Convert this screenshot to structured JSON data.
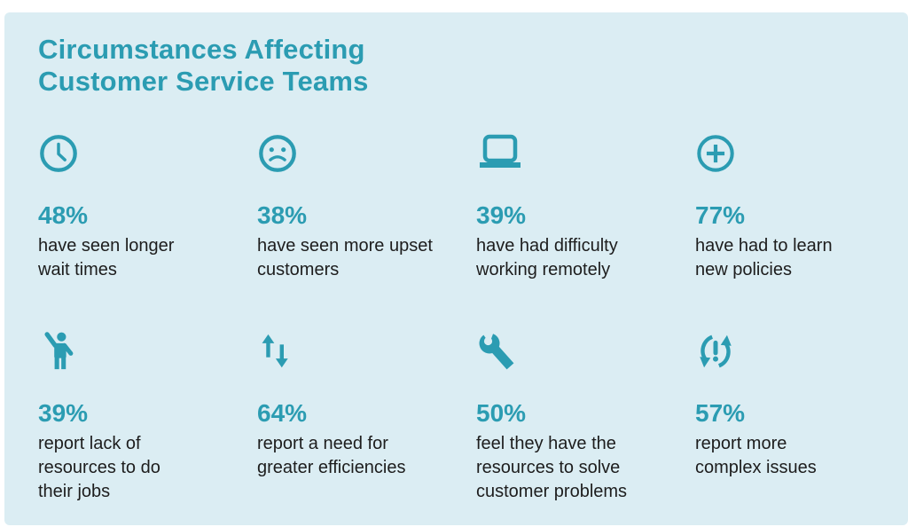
{
  "page": {
    "background": "#ffffff",
    "panel_background": "#dbedf3",
    "accent_color": "#2b9cb2",
    "text_color": "#1d1d1d"
  },
  "title": "Circumstances Affecting\nCustomer Service Teams",
  "stats": [
    {
      "icon": "clock-icon",
      "value": "48%",
      "description": "have seen longer\nwait times"
    },
    {
      "icon": "sad-face-icon",
      "value": "38%",
      "description": "have seen more upset\ncustomers"
    },
    {
      "icon": "laptop-icon",
      "value": "39%",
      "description": "have had difficulty\nworking remotely"
    },
    {
      "icon": "plus-circle-icon",
      "value": "77%",
      "description": "have had to learn\nnew policies"
    },
    {
      "icon": "person-raising-hand-icon",
      "value": "39%",
      "description": "report lack of\nresources to do\ntheir jobs"
    },
    {
      "icon": "up-down-arrows-icon",
      "value": "64%",
      "description": "report a need for\ngreater efficiencies"
    },
    {
      "icon": "wrench-icon",
      "value": "50%",
      "description": "feel they have the\nresources to solve\ncustomer problems"
    },
    {
      "icon": "sync-alert-icon",
      "value": "57%",
      "description": "report more\ncomplex issues"
    }
  ],
  "chart_data": {
    "type": "table",
    "title": "Circumstances Affecting Customer Service Teams",
    "categories": [
      "have seen longer wait times",
      "have seen more upset customers",
      "have had difficulty working remotely",
      "have had to learn new policies",
      "report lack of resources to do their jobs",
      "report a need for greater efficiencies",
      "feel they have the resources to solve customer problems",
      "report more complex issues"
    ],
    "values": [
      48,
      38,
      39,
      77,
      39,
      64,
      50,
      57
    ],
    "unit": "%"
  }
}
